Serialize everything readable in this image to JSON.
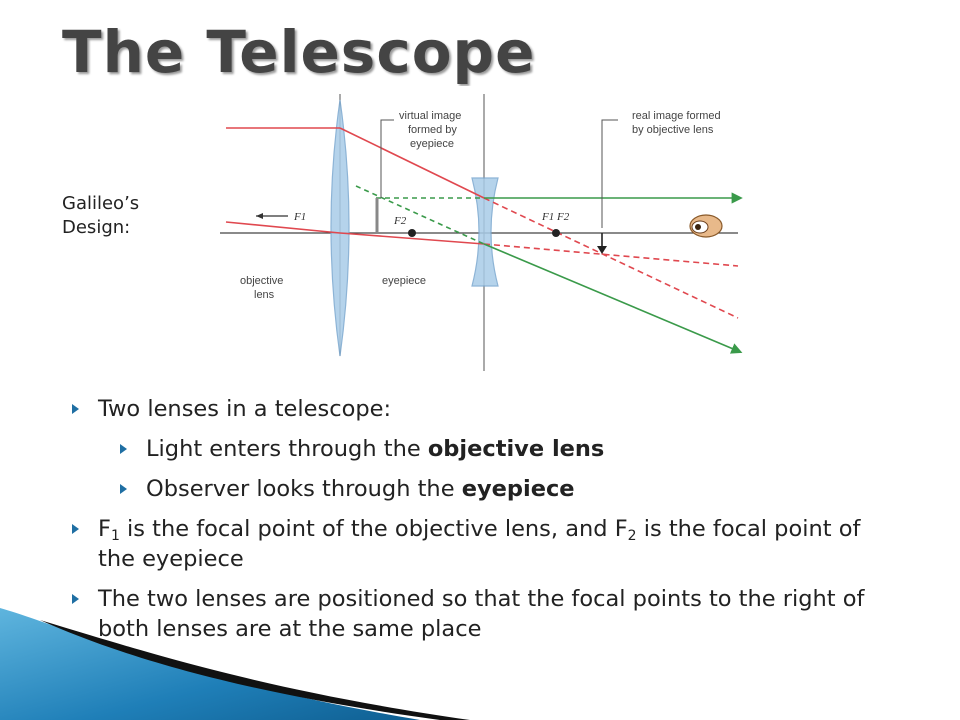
{
  "slide": {
    "title": "The Telescope",
    "side_label_line1": "Galileo’s",
    "side_label_line2": "Design:"
  },
  "diagram": {
    "virtual_image_l1": "virtual image",
    "virtual_image_l2": "formed by",
    "virtual_image_l3": "eyepiece",
    "real_image_l1": "real image formed",
    "real_image_l2": "by objective lens",
    "f1_left": "F1",
    "f2_left": "F2",
    "f1f2_right": "F1 F2",
    "objective_l1": "objective",
    "objective_l2": "lens",
    "eyepiece": "eyepiece"
  },
  "bullets": {
    "b1": "Two lenses in a telescope:",
    "b1a_pre": "Light enters through the ",
    "b1a_bold": "objective lens",
    "b1b_pre": "Observer looks through the ",
    "b1b_bold": "eyepiece",
    "b2_f": "F",
    "b2_sub1": "1",
    "b2_mid": " is the focal point of the objective lens, and F",
    "b2_sub2": "2",
    "b2_end": " is the focal point of the eyepiece",
    "b3": "The two lenses are positioned so that the focal points to the right of both lenses are at the same place"
  },
  "colors": {
    "ray_red": "#e0484f",
    "ray_green": "#3a9a4a",
    "lens_blue": "#a9cce8",
    "bullet_blue": "#1f6fa3"
  }
}
